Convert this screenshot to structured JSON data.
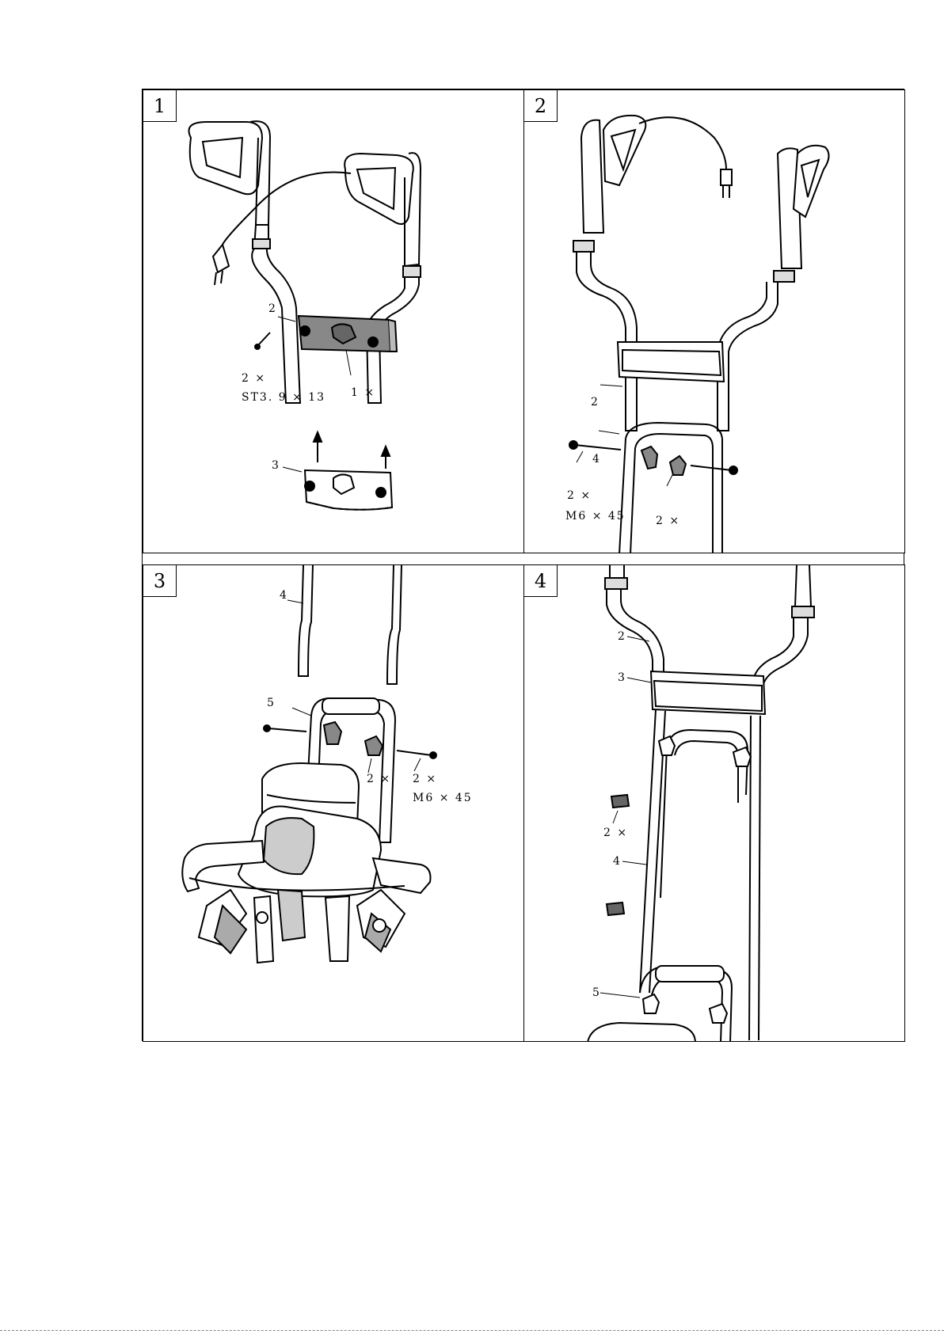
{
  "panels": [
    {
      "step": "1",
      "labels": {
        "part2": "2",
        "qty_screws": "2 ×",
        "screw_spec": "ST3. 9 × 13",
        "qty_cover": "1 ×",
        "part3": "3"
      }
    },
    {
      "step": "2",
      "labels": {
        "part2": "2",
        "part4": "4",
        "qty_bolts": "2 ×",
        "bolt_spec": "M6 × 45",
        "qty_knobs": "2 ×"
      }
    },
    {
      "step": "3",
      "labels": {
        "part4": "4",
        "part5": "5",
        "qty_knobs": "2 ×",
        "qty_bolts": "2 ×",
        "bolt_spec": "M6 × 45"
      }
    },
    {
      "step": "4",
      "labels": {
        "part2": "2",
        "part3": "3",
        "qty_knobs": "2 ×",
        "part4": "4",
        "part5": "5"
      }
    }
  ]
}
